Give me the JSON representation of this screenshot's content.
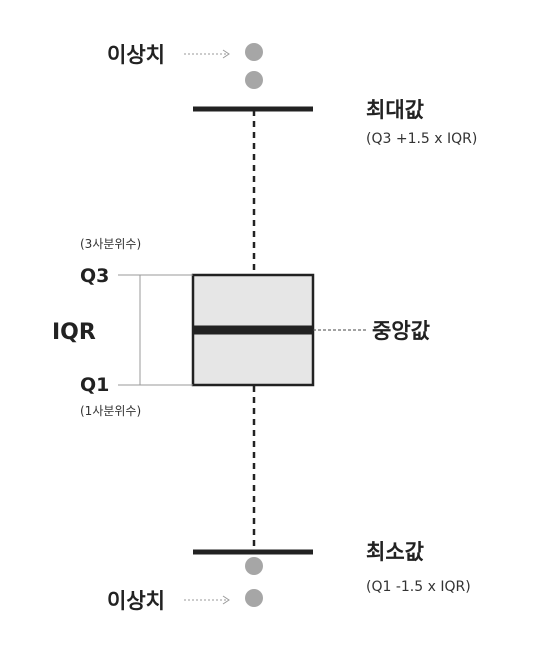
{
  "labels": {
    "outlier_top": "이상치",
    "outlier_bottom": "이상치",
    "max_title": "최대값",
    "max_formula": "(Q3 +1.5 x IQR)",
    "min_title": "최소값",
    "min_formula": "(Q1 -1.5 x IQR)",
    "q3_note": "(3사분위수)",
    "q3": "Q3",
    "iqr": "IQR",
    "q1": "Q1",
    "q1_note": "(1사분위수)",
    "median": "중앙값"
  },
  "colors": {
    "stroke": "#222222",
    "box_fill": "#e6e6e6",
    "outlier": "#a6a6a6",
    "guide": "#999999",
    "arrow": "#9a9a9a"
  }
}
